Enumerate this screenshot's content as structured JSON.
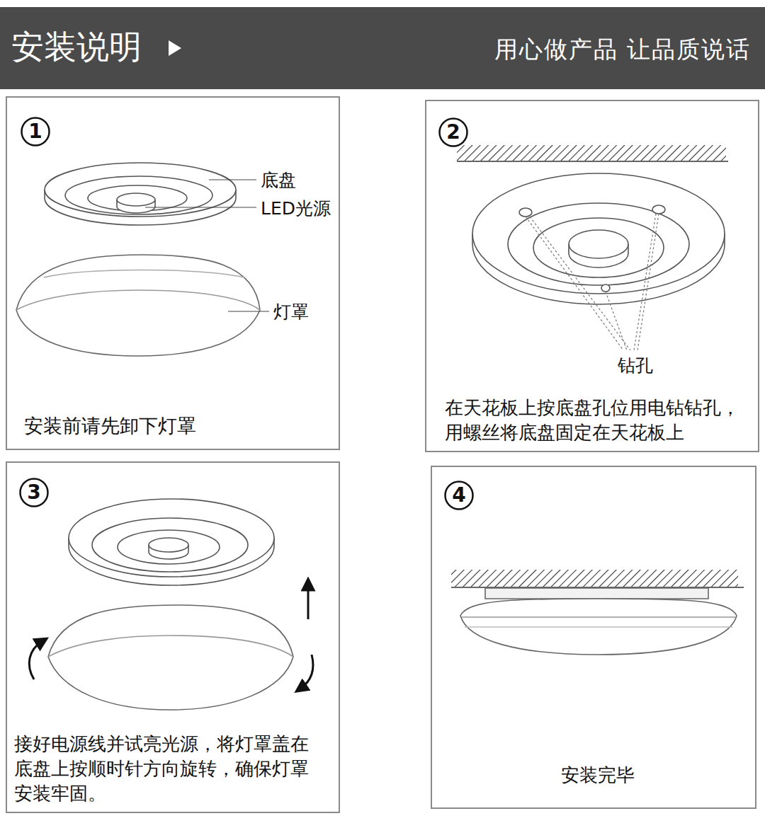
{
  "diagram": {
    "title": "安装说明",
    "nodes": [
      {
        "text": [
          "安装前请先卸下灯罩"
        ]
      },
      {
        "text": [
          "1"
        ],
        "in": 0
      },
      {
        "text": [
          "在天花板上按底盘孔位用电钻钻孔， 用螺丝将底盘固定在天花板上"
        ]
      },
      {
        "text": [
          "2"
        ],
        "in": 2
      },
      {
        "text": [
          "接好电源线并试亮光源，将灯罩盖在 底盘上按顺时针方向旋转，确保灯罩 安装牢固。"
        ]
      },
      {
        "text": [
          "3"
        ],
        "in": 4
      },
      {
        "text": [
          "安装完毕"
        ]
      },
      {
        "text": [
          "4"
        ],
        "in": 6
      }
    ],
    "labels": [
      "用心做产品 让品质说话",
      "底盘",
      "LED光源",
      "灯罩",
      "钻孔"
    ]
  }
}
